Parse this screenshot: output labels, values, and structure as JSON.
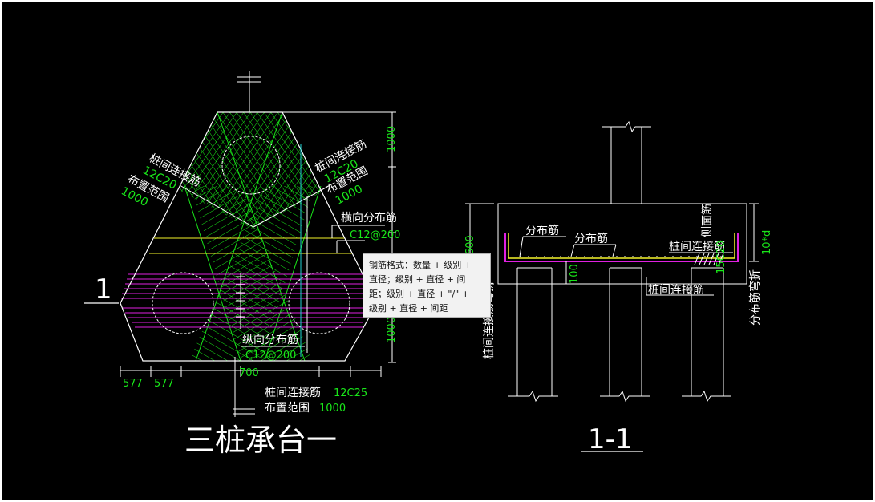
{
  "colors": {
    "background": "#000000",
    "lines": "#ffffff",
    "rebar_green": "#19e619",
    "dims": "#1ce61c",
    "distribution_bars": "#e020e0",
    "cyan": "#1fd3d3",
    "yellow": "#f5f52a",
    "tooltip_bg": "#f2f2f2"
  },
  "plan": {
    "section_mark": "1",
    "label_left": {
      "name": "桩间连接筋",
      "spec": "12C20",
      "range_label": "布置范围",
      "range_value": "1000"
    },
    "label_right": {
      "name": "桩间连接筋",
      "spec": "12C20",
      "range_label": "布置范围",
      "range_value": "1000"
    },
    "transverse": {
      "name": "横向分布筋",
      "spec": "C12@200"
    },
    "longitudinal": {
      "name": "纵向分布筋",
      "spec": "C12@200"
    },
    "bottom": {
      "name": "桩间连接筋",
      "spec": "12C25",
      "range_label": "布置范围",
      "range_value": "1000"
    },
    "dims": {
      "right_top": "1000",
      "right_bottom": "1000",
      "bottom_a": "577",
      "bottom_b": "577",
      "bottom_c": "700"
    },
    "title": "三桩承台一"
  },
  "section": {
    "title": "1-1",
    "label_dist1": "分布筋",
    "label_dist2": "分布筋",
    "label_conn": "桩间连接筋",
    "label_conn_bottom": "桩间连接筋",
    "label_side": "侧面筋",
    "label_side_spec": "15C20",
    "label_bend": "分布筋弯折",
    "label_bend_len": "10*d",
    "left_dim_partial": "600",
    "left_label_partial": "桩间连接筋弯折",
    "dim_100": "100"
  },
  "tooltip": {
    "lines": [
      "钢筋格式：数量 + 级别 +",
      "直径；级别 + 直径 + 间",
      "距；级别 + 直径 + \"/\" +",
      "级别 + 直径 + 间距"
    ]
  }
}
